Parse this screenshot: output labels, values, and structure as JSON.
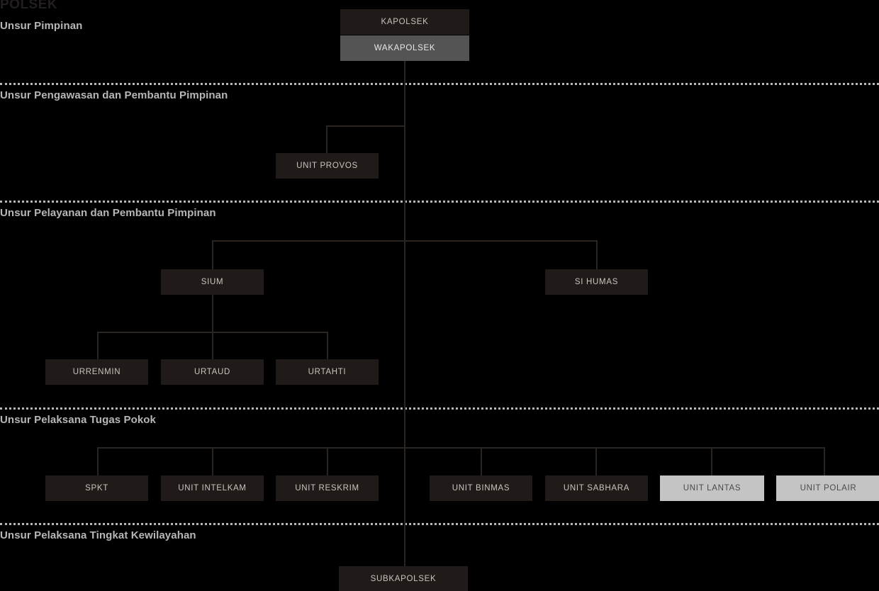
{
  "title": "POLSEK",
  "sections": [
    {
      "label": "Unsur Pimpinan"
    },
    {
      "label": "Unsur Pengawasan dan Pembantu Pimpinan"
    },
    {
      "label": "Unsur Pelayanan dan Pembantu Pimpinan"
    },
    {
      "label": "Unsur Pelaksana Tugas Pokok"
    },
    {
      "label": "Unsur Pelaksana Tingkat Kewilayahan"
    }
  ],
  "nodes": {
    "kapolsek": "KAPOLSEK",
    "wakapolsek": "WAKAPOLSEK",
    "unit_provos": "UNIT PROVOS",
    "sium": "SIUM",
    "si_humas": "SI HUMAS",
    "urrenmin": "URRENMIN",
    "urtaud": "URTAUD",
    "urtahti": "URTAHTI",
    "spkt": "SPKT",
    "unit_intelkam": "UNIT INTELKAM",
    "unit_reskrim": "UNIT RESKRIM",
    "unit_binmas": "UNIT BINMAS",
    "unit_sabhara": "UNIT SABHARA",
    "unit_lantas": "UNIT LANTAS",
    "unit_polair": "UNIT POLAIR",
    "subkapolsek": "SUBKAPOLSEK"
  },
  "colors": {
    "background": "#000000",
    "box_dark": "#201b19",
    "box_mid": "#545454",
    "box_light": "#c4c4c4",
    "line": "#2b2521",
    "text_light": "#c8c4c0",
    "text_dark": "#4a4a4a",
    "section_label": "#b7b7b7",
    "title": "#231f1e"
  }
}
